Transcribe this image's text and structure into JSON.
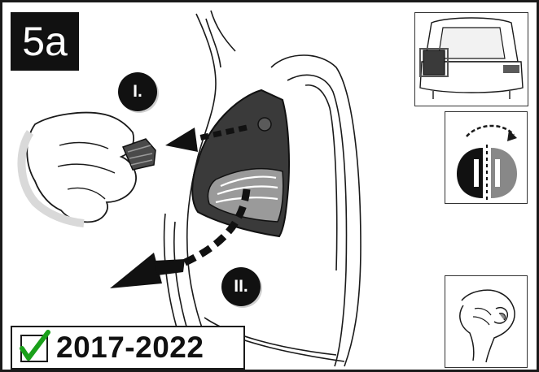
{
  "step": {
    "label": "5a"
  },
  "markers": [
    {
      "label": "I."
    },
    {
      "label": "II."
    }
  ],
  "model_years": {
    "label": "2017-2022",
    "check_color": "#1aa01a"
  },
  "icons": [
    "check-icon",
    "arrow-left-icon",
    "rotate-icon",
    "hand-icon",
    "car-rear-icon"
  ]
}
